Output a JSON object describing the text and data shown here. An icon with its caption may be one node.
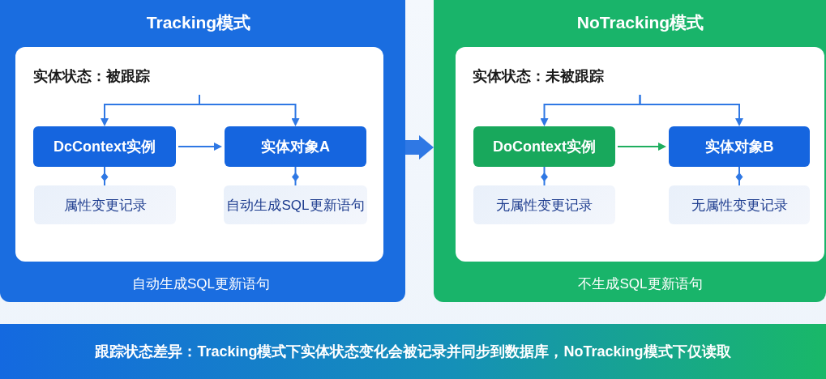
{
  "diagram": {
    "nodes": [
      {
        "text": [
          "Tracking模式",
          "自动生成SQL更新语句"
        ]
      },
      {
        "text": [
          "实体状态：被跟踪"
        ],
        "in": 0
      },
      {
        "text": [
          "DcContext实例"
        ],
        "in": 1
      },
      {
        "text": [
          "实体对象A"
        ],
        "in": 1
      },
      {
        "text": [
          "属性变更记录"
        ],
        "in": 1
      },
      {
        "text": [
          "自动生成SQL更新语句"
        ],
        "in": 1
      },
      {
        "text": [
          "NoTracking模式",
          "不生成SQL更新语句"
        ]
      },
      {
        "text": [
          "实体状态：未被跟踪"
        ],
        "in": 6
      },
      {
        "text": [
          "DoContext实例"
        ],
        "in": 7
      },
      {
        "text": [
          "实体对象B"
        ],
        "in": 7
      },
      {
        "text": [
          "无属性变更记录"
        ],
        "in": 7
      },
      {
        "text": [
          "无属性变更记录"
        ],
        "in": 7
      },
      {
        "text": [
          "跟踪状态差异：Tracking模式下实体状态变化会被记录并同步到数据库，NoTracking模式下仅读取"
        ]
      }
    ],
    "edges": [
      {
        "from": null,
        "to": 2,
        "arrow": "to"
      },
      {
        "from": null,
        "to": 3,
        "arrow": "to"
      },
      {
        "from": 2,
        "to": 3,
        "arrow": "to"
      },
      {
        "from": 2,
        "to": 4,
        "arrow": "other"
      },
      {
        "from": 3,
        "to": 5,
        "arrow": "other"
      },
      {
        "from": 0,
        "to": 6,
        "arrow": "to",
        "style": "thick"
      },
      {
        "from": null,
        "to": 8,
        "arrow": "to"
      },
      {
        "from": null,
        "to": 9,
        "arrow": "to"
      },
      {
        "from": 8,
        "to": 9,
        "arrow": "to",
        "color": "#1fae5f"
      },
      {
        "from": 8,
        "to": 10,
        "arrow": "other"
      },
      {
        "from": 9,
        "to": 11,
        "arrow": "other"
      }
    ]
  }
}
